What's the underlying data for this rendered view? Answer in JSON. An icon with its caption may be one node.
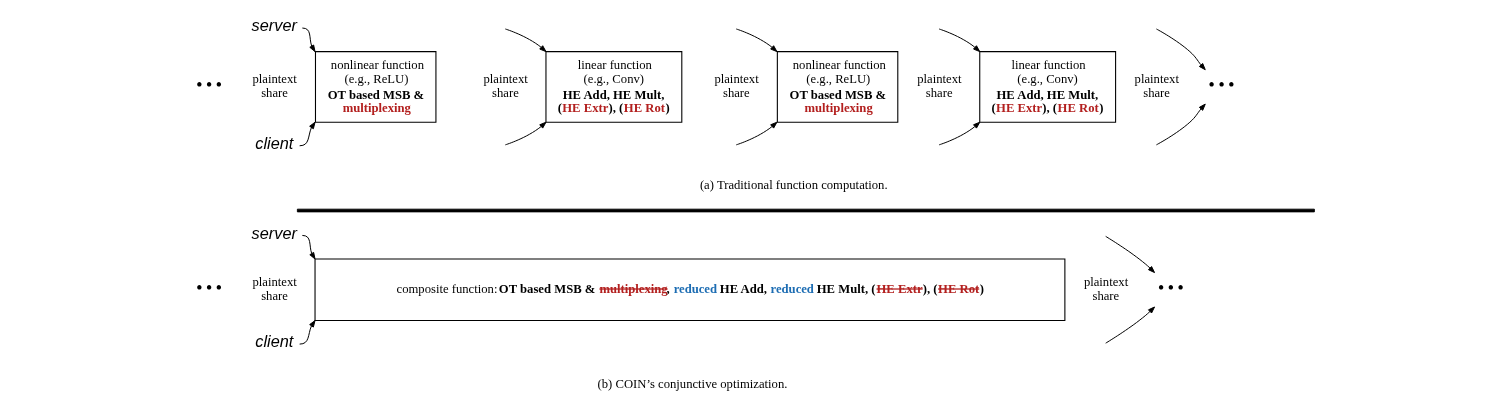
{
  "diagram": {
    "nodes": [
      {
        "text": [
          "server"
        ]
      },
      {
        "text": [
          "client"
        ]
      },
      {
        "text": [
          "nonlinear function (e.g., ReLU)",
          "OT based MSB &",
          "multiplexing"
        ]
      },
      {
        "text": [
          "linear function (e.g., Conv)",
          "HE Add, HE Mult, (",
          "HE Extr",
          "), (",
          "HE Rot",
          ")"
        ]
      },
      {
        "text": [
          "nonlinear function (e.g., ReLU)",
          "OT based MSB &",
          "multiplexing"
        ]
      },
      {
        "text": [
          "linear function (e.g., Conv)",
          "HE Add, HE Mult, (",
          "HE Extr",
          "), (",
          "HE Rot",
          ")"
        ]
      },
      {
        "text": [
          "• • •"
        ]
      },
      {
        "text": [
          "server"
        ]
      },
      {
        "text": [
          "client"
        ]
      },
      {
        "text": [
          "composite function:",
          "OT based MSB &",
          "multiplexing",
          ",",
          "reduced",
          "HE Add,",
          "reduced",
          "HE Mult, (",
          "HE Extr",
          "), (",
          "HE Rot",
          ")"
        ]
      },
      {
        "text": [
          "• • •"
        ]
      }
    ],
    "edges": [
      {
        "from": 0,
        "to": 2,
        "arrow": "to"
      },
      {
        "from": 1,
        "to": 2,
        "arrow": "to"
      },
      {
        "from": null,
        "to": 3,
        "arrow": "to"
      },
      {
        "from": null,
        "to": 3,
        "arrow": "to"
      },
      {
        "from": null,
        "to": 4,
        "arrow": "to"
      },
      {
        "from": null,
        "to": 4,
        "arrow": "to"
      },
      {
        "from": null,
        "to": 5,
        "arrow": "to"
      },
      {
        "from": null,
        "to": 5,
        "arrow": "to"
      },
      {
        "from": null,
        "to": 6,
        "arrow": "to"
      },
      {
        "from": null,
        "to": 6,
        "arrow": "to"
      },
      {
        "from": 7,
        "to": 9,
        "arrow": "to"
      },
      {
        "from": 8,
        "to": 9,
        "arrow": "to"
      },
      {
        "from": null,
        "to": 10,
        "arrow": "to"
      },
      {
        "from": null,
        "to": 10,
        "arrow": "to"
      }
    ],
    "labels": [
      "• • •",
      "plaintext share",
      "plaintext share",
      "plaintext share",
      "plaintext share",
      "plaintext share",
      "(a) Traditional function computation.",
      "• • •",
      "plaintext share",
      "plaintext share",
      "(b) COIN’s conjunctive optimization."
    ]
  }
}
